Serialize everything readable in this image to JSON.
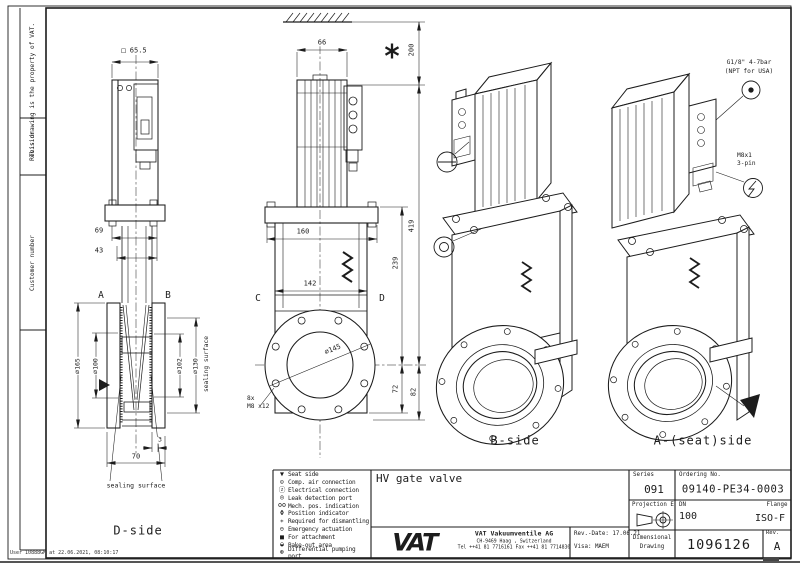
{
  "left_strip": {
    "property_note": "This drawing is the property of VAT.",
    "revision_label": "Revision",
    "customer_label": "Customer number"
  },
  "footer": {
    "plot_info": "User 10888GM at 22.06.2021, 08:10:17"
  },
  "d_side": {
    "view_label": "D-side",
    "dim_square": "□ 65.5",
    "dim_69": "69",
    "dim_43": "43",
    "label_a": "A",
    "label_b": "B",
    "dia_165": "∅165",
    "dia_100": "∅100",
    "dia_102": "∅102",
    "dia_130": "∅130",
    "dim_3": "3",
    "dim_70": "70",
    "sealing_right": "sealing surface",
    "sealing_bottom": "sealing surface"
  },
  "front_view": {
    "dim_66": "66",
    "dim_200": "200",
    "dim_419": "419",
    "dim_239": "239",
    "dim_160": "160",
    "dim_142": "142",
    "dim_72": "72",
    "dim_82": "82",
    "dia_145": "∅145",
    "label_c": "C",
    "label_d": "D",
    "bolt_note_1": "8x",
    "bolt_note_2": "M8 x12"
  },
  "b_side": {
    "view_label": "B-side"
  },
  "a_side": {
    "view_label": "A-(seat)side",
    "air_note_1": "G1/8\" 4-7bar",
    "air_note_2": "(NPT for USA)",
    "elec_note_1": "M8x1",
    "elec_note_2": "3-pin"
  },
  "legend": {
    "items": [
      {
        "icon": "seat-side-triangle",
        "glyph": "▼",
        "label": "Seat side"
      },
      {
        "icon": "comp-air-connection",
        "glyph": "⊙",
        "label": "Comp. air connection"
      },
      {
        "icon": "electrical-connection",
        "glyph": "ⓩ",
        "label": "Electrical connection"
      },
      {
        "icon": "leak-detection-port",
        "glyph": "◎",
        "label": "Leak detection port"
      },
      {
        "icon": "mech-pos-indication",
        "glyph": "ʘʘ",
        "label": "Mech. pos. indication"
      },
      {
        "icon": "position-indicator",
        "glyph": "Φ",
        "label": "Position indicator"
      },
      {
        "icon": "required-for-dismantling",
        "glyph": "∗",
        "label": "Required for dismantling"
      },
      {
        "icon": "emergency-actuation",
        "glyph": "⊖",
        "label": "Emergency actuation"
      },
      {
        "icon": "for-attachment",
        "glyph": "■",
        "label": "For attachment"
      },
      {
        "icon": "bake-out-area",
        "glyph": "◒",
        "label": "Bake-out area"
      },
      {
        "icon": "differential-pumping-port",
        "glyph": "⊛",
        "label": "Differential pumping port"
      }
    ]
  },
  "title_block": {
    "title": "HV gate valve",
    "logo_text": "VAT",
    "company_name": "VAT Vakuumventile AG",
    "company_addr": "CH-9469 Haag , Switzerland",
    "company_tel": "Tel ++41 81 7716161 Fax ++41 81 7714830",
    "rev_date": "Rev.-Date: 17.06.21",
    "visa": "Visa: MAEM",
    "series_label": "Series",
    "series_value": "091",
    "ordering_label": "Ordering No.",
    "ordering_value": "09140-PE34-0003",
    "projection_label": "Projection E",
    "dn_label": "DN",
    "dn_value": "100",
    "flange_label": "Flange",
    "flange_value": "ISO-F",
    "drawing_label_1": "Dimensional",
    "drawing_label_2": "Drawing",
    "drawing_number": "1096126",
    "rev_label": "Rev.",
    "rev_value": "A"
  }
}
